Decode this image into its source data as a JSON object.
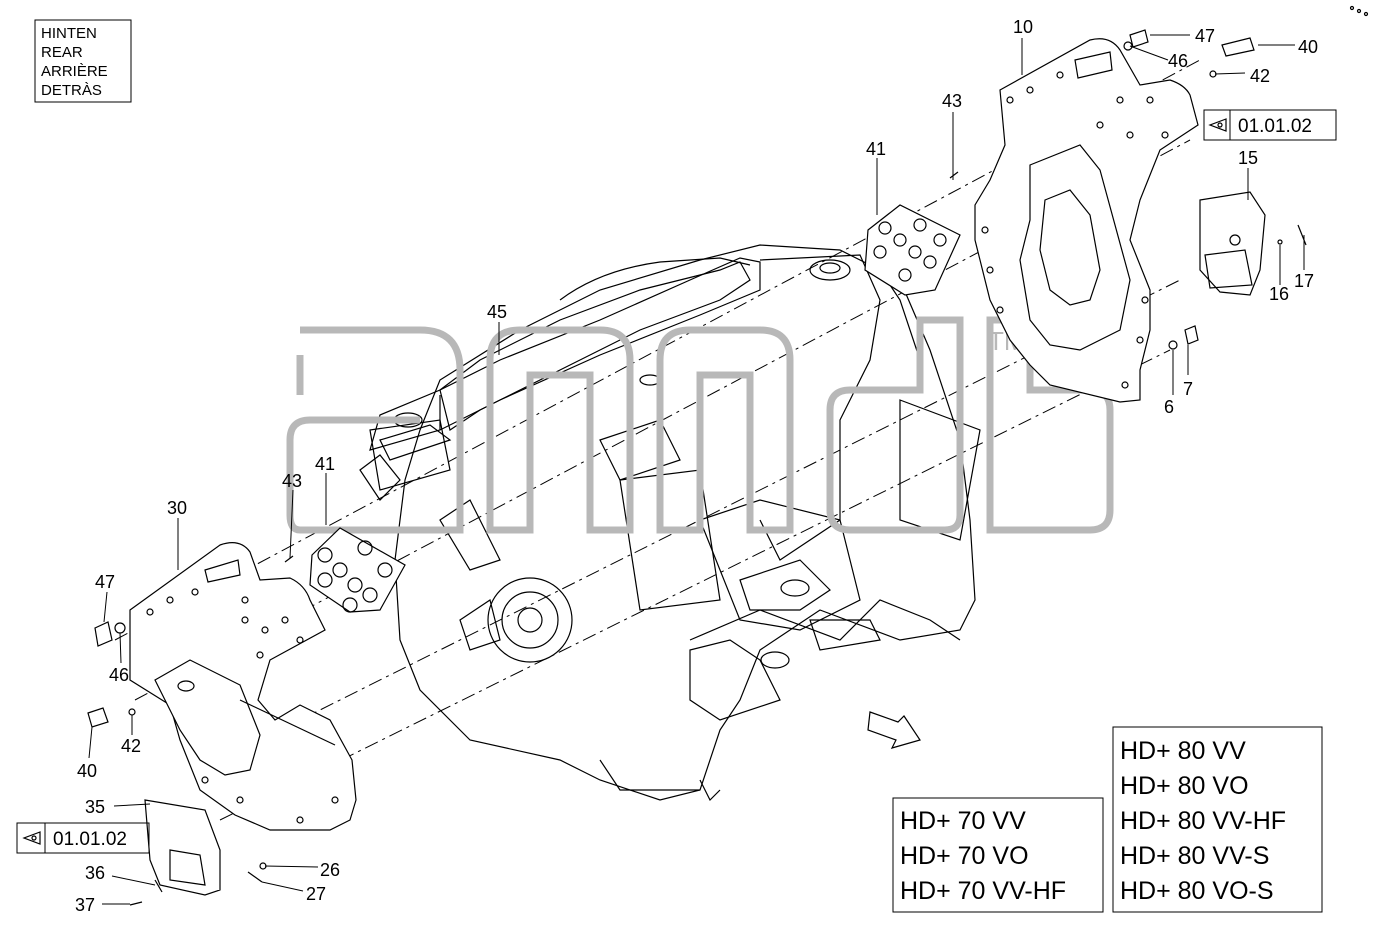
{
  "orientation_box": [
    "HINTEN",
    "REAR",
    "ARRIÈRE",
    "DETRÀS"
  ],
  "watermark_text": "3nd",
  "watermark_tm": "TM",
  "reference_top": "01.01.02",
  "reference_bottom": "01.01.02",
  "callouts": {
    "c10": "10",
    "c47_top": "47",
    "c40_top": "40",
    "c46_top": "46",
    "c42_top": "42",
    "c43_top": "43",
    "c41_top": "41",
    "c15": "15",
    "c16": "16",
    "c17": "17",
    "c6": "6",
    "c7": "7",
    "c45": "45",
    "c41_mid": "41",
    "c43_mid": "43",
    "c30": "30",
    "c47_left": "47",
    "c46_left": "46",
    "c42_left": "42",
    "c40_left": "40",
    "c35": "35",
    "c36": "36",
    "c37": "37",
    "c26": "26",
    "c27": "27"
  },
  "models_70": [
    "HD+ 70 VV",
    "HD+ 70 VO",
    "HD+ 70 VV-HF"
  ],
  "models_80": [
    "HD+ 80 VV",
    "HD+ 80 VO",
    "HD+ 80 VV-HF",
    "HD+ 80 VV-S",
    "HD+ 80 VO-S"
  ]
}
